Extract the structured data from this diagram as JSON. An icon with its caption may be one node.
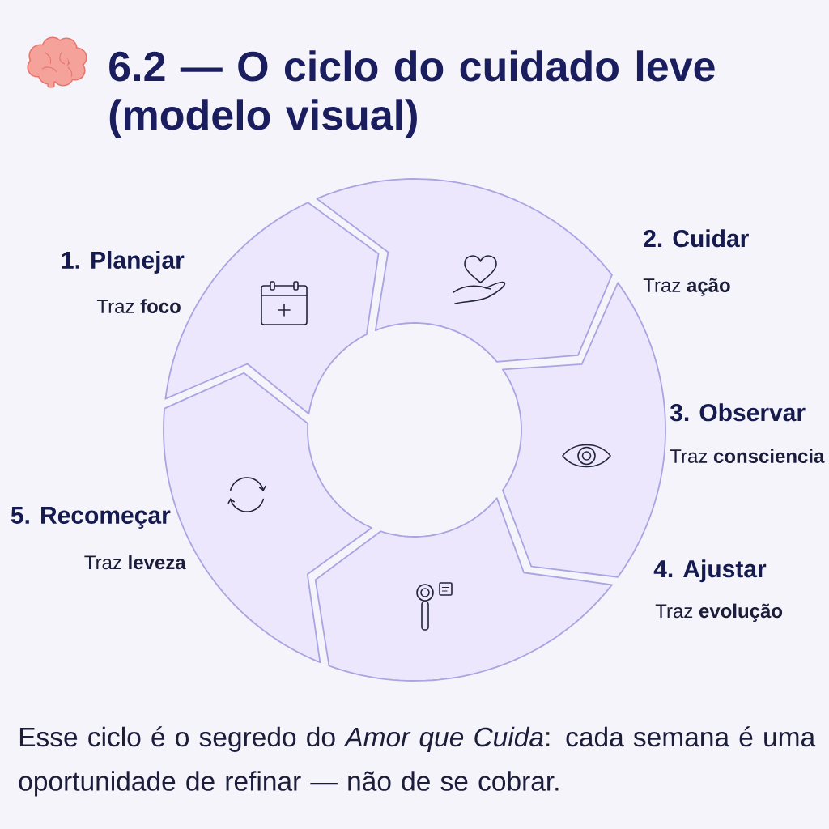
{
  "diagram": {
    "title": "6.2 — O ciclo do cuidado leve (modelo visual)",
    "nodes": [
      {
        "text": [
          "1. Planejar",
          "Traz **foco**"
        ]
      },
      {
        "text": [
          "2. Cuidar",
          "Traz **ação**"
        ]
      },
      {
        "text": [
          "3. Observar",
          "Traz **consciencia**"
        ]
      },
      {
        "text": [
          "4. Ajustar",
          "Traz **evolução**"
        ]
      },
      {
        "text": [
          "5. Recomeçar",
          "Traz **leveza**"
        ]
      }
    ],
    "caption": "Esse ciclo é o segredo do *Amor que Cuida*: cada semana é uma oportunidade de refinar — não de se cobrar."
  }
}
